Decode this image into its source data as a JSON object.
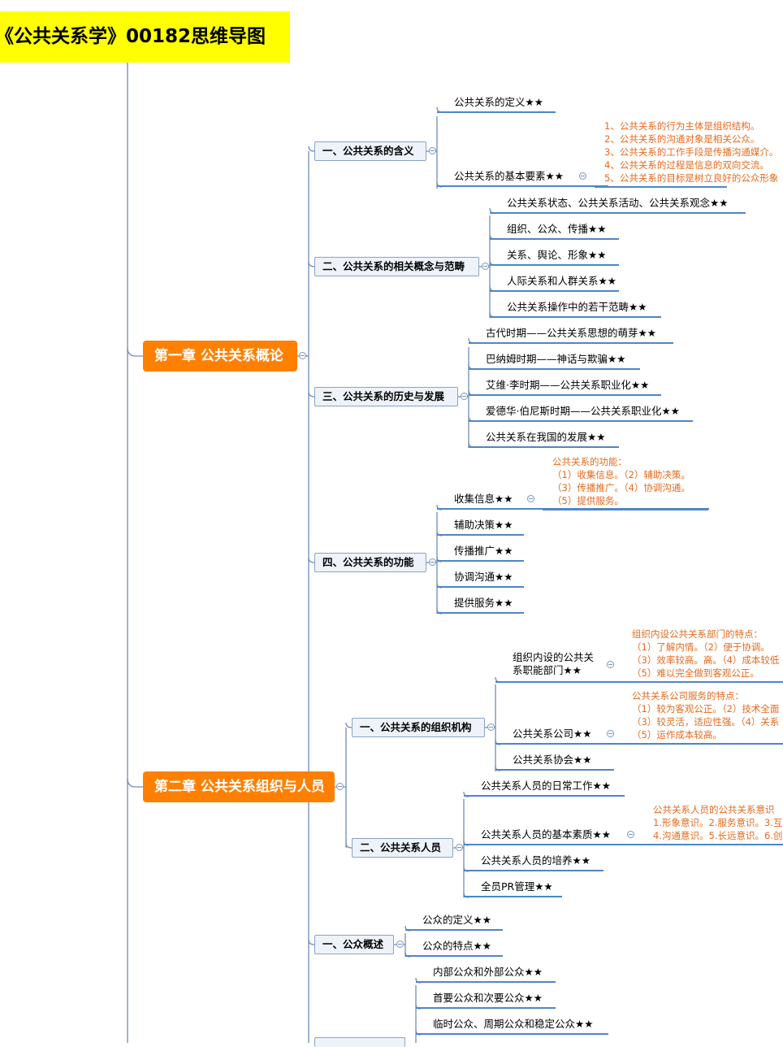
{
  "title": "《公共关系学》00182思维导图",
  "chapters": [
    {
      "label": "第一章  公共关系概论"
    },
    {
      "label": "第二章 公共关系组织与人员"
    }
  ],
  "sections": [
    {
      "label": "一、公共关系的含义"
    },
    {
      "label": "二、公共关系的相关概念与范畴"
    },
    {
      "label": "三、公共关系的历史与发展"
    },
    {
      "label": "四、公共关系的功能"
    },
    {
      "label": "一、公共关系的组织机构"
    },
    {
      "label": "二、公共关系人员"
    },
    {
      "label": "一、公众概述"
    }
  ],
  "leaves": [
    "公共关系的定义★★",
    "公共关系的基本要素★★",
    "公共关系状态、公共关系活动、公共关系观念★★",
    "组织、公众、传播★★",
    "关系、舆论、形象★★",
    "人际关系和人群关系★★",
    "公共关系操作中的若干范畴★★",
    "古代时期——公共关系思想的萌芽★★",
    "巴纳姆时期——神话与欺骗★★",
    "艾维·李时期——公共关系职业化★★",
    "爱德华·伯尼斯时期——公共关系职业化★★",
    "公共关系在我国的发展★★",
    "收集信息★★",
    "辅助决策★★",
    "传播推广★★",
    "协调沟通★★",
    "提供服务★★",
    "组织内设的公共关\n系职能部门★★",
    "公共关系公司★★",
    "公共关系协会★★",
    "公共关系人员的日常工作★★",
    "公共关系人员的基本素质★★",
    "公共关系人员的培养★★",
    "全员PR管理★★",
    "公众的定义★★",
    "公众的特点★★",
    "内部公众和外部公众★★",
    "首要公众和次要公众★★",
    "临时公众、周期公众和稳定公众★★"
  ],
  "notes": [
    [
      "1、公共关系的行为主体是组织结构。",
      "2、公共关系的沟通对象是相关公众。",
      "3、公共关系的工作手段是传播沟通媒介。",
      "4、公共关系的过程是信息的双向交流。",
      "5、公共关系的目标是树立良好的公众形象"
    ],
    [
      "公共关系的功能：",
      "（1）收集信息。（2）辅助决策。",
      "（3）传播推广。（4）协调沟通。",
      "（5）提供服务。"
    ],
    [
      "组织内设公共关系部门的特点：",
      "（1）了解内情。（2）便于协调。",
      "（3）效率较高。高。（4）成本较低",
      "（5）难以完全做到客观公正。"
    ],
    [
      "公共关系公司服务的特点：",
      "（1）较为客观公正。（2）技术全面",
      "（3）较灵活，适应性强。（4）关系",
      "（5）运作成本较高。"
    ],
    [
      "公共关系人员的公共关系意识",
      "1.形象意识。2.服务意识。3.互",
      "4.沟通意识。5.长远意识。6.创"
    ]
  ]
}
